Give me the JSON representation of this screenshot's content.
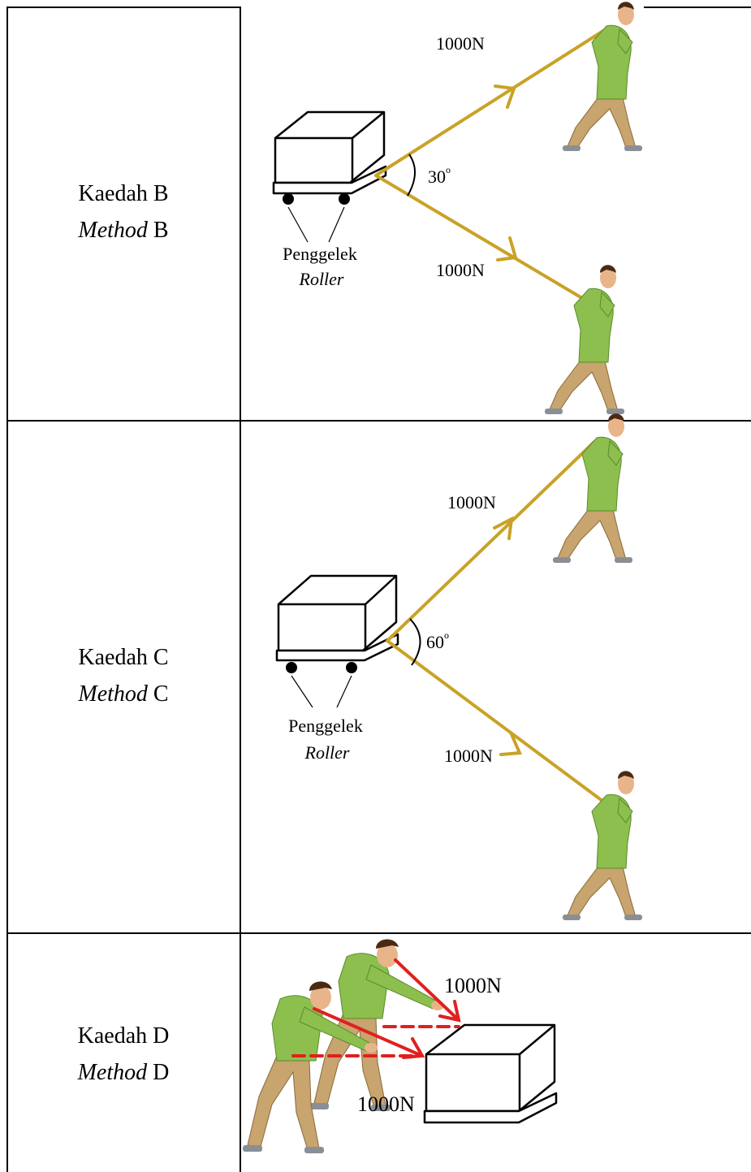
{
  "rows": [
    {
      "id": "B",
      "label_ms": "Kaedah B",
      "label_en_word": "Method",
      "label_en_letter": "B",
      "force_top": "1000N",
      "force_bottom": "1000N",
      "angle_value": "30",
      "angle_unit": "o",
      "roller_ms": "Penggelek",
      "roller_en": "Roller"
    },
    {
      "id": "C",
      "label_ms": "Kaedah C",
      "label_en_word": "Method",
      "label_en_letter": "C",
      "force_top": "1000N",
      "force_bottom": "1000N",
      "angle_value": "60",
      "angle_unit": "o",
      "roller_ms": "Penggelek",
      "roller_en": "Roller"
    },
    {
      "id": "D",
      "label_ms": "Kaedah D",
      "label_en_word": "Method",
      "label_en_letter": "D",
      "force_top": "1000N",
      "force_bottom": "1000N"
    }
  ],
  "colors": {
    "rope": "#c9a227",
    "push_arrow": "#e02020",
    "shirt": "#8cbf4e",
    "trousers": "#c8a46e",
    "skin": "#e8b58a",
    "hair": "#4a2a12",
    "shoe": "#8a8f96"
  }
}
